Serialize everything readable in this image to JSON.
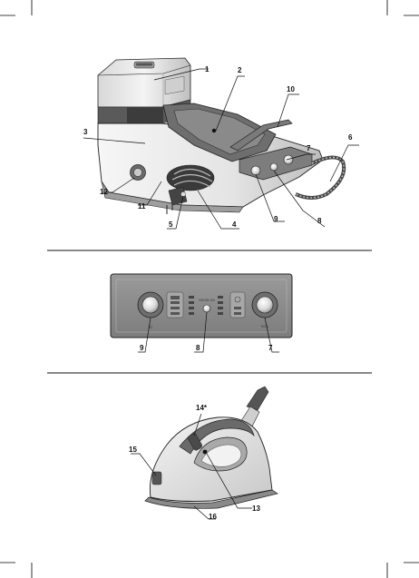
{
  "callouts": {
    "top": [
      "1",
      "2",
      "3",
      "4",
      "5",
      "6",
      "7",
      "8",
      "9",
      "10",
      "11",
      "12"
    ],
    "panel": [
      "9",
      "8",
      "7"
    ],
    "iron": [
      "13",
      "14*",
      "15",
      "16"
    ]
  },
  "panel_labels": {
    "eco_indicator": "ECO",
    "steam_label": "(((",
    "center_top": "SHOW ON"
  },
  "colors": {
    "outline": "#222222",
    "light_gray": "#e6e6e6",
    "mid_gray": "#a8a8a8",
    "dark_gray": "#4a4a4a",
    "panel": "#8f8f8f"
  }
}
